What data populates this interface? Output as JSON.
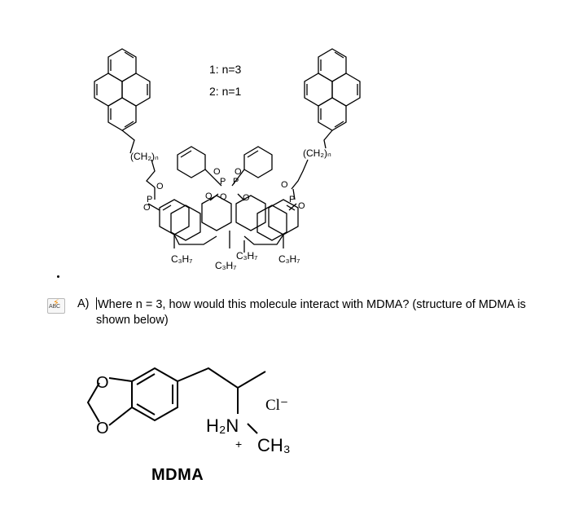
{
  "labels": {
    "compound1": "1: n=3",
    "compound2": "2: n=1",
    "ch2n": "(CH₂)ₙ",
    "c3h7": "C₃H₇"
  },
  "question": {
    "letter": "A)",
    "line1": "Where n = 3, how would this molecule interact with MDMA? (structure of MDMA is",
    "line2": "shown below)"
  },
  "mdma": {
    "name": "MDMA",
    "o_atom": "O",
    "cl": "Cl⁻",
    "h2n": "H₂N",
    "plus": "+",
    "ch3": "CH₃"
  },
  "icons": {
    "spellcheck": "spellcheck-icon"
  }
}
